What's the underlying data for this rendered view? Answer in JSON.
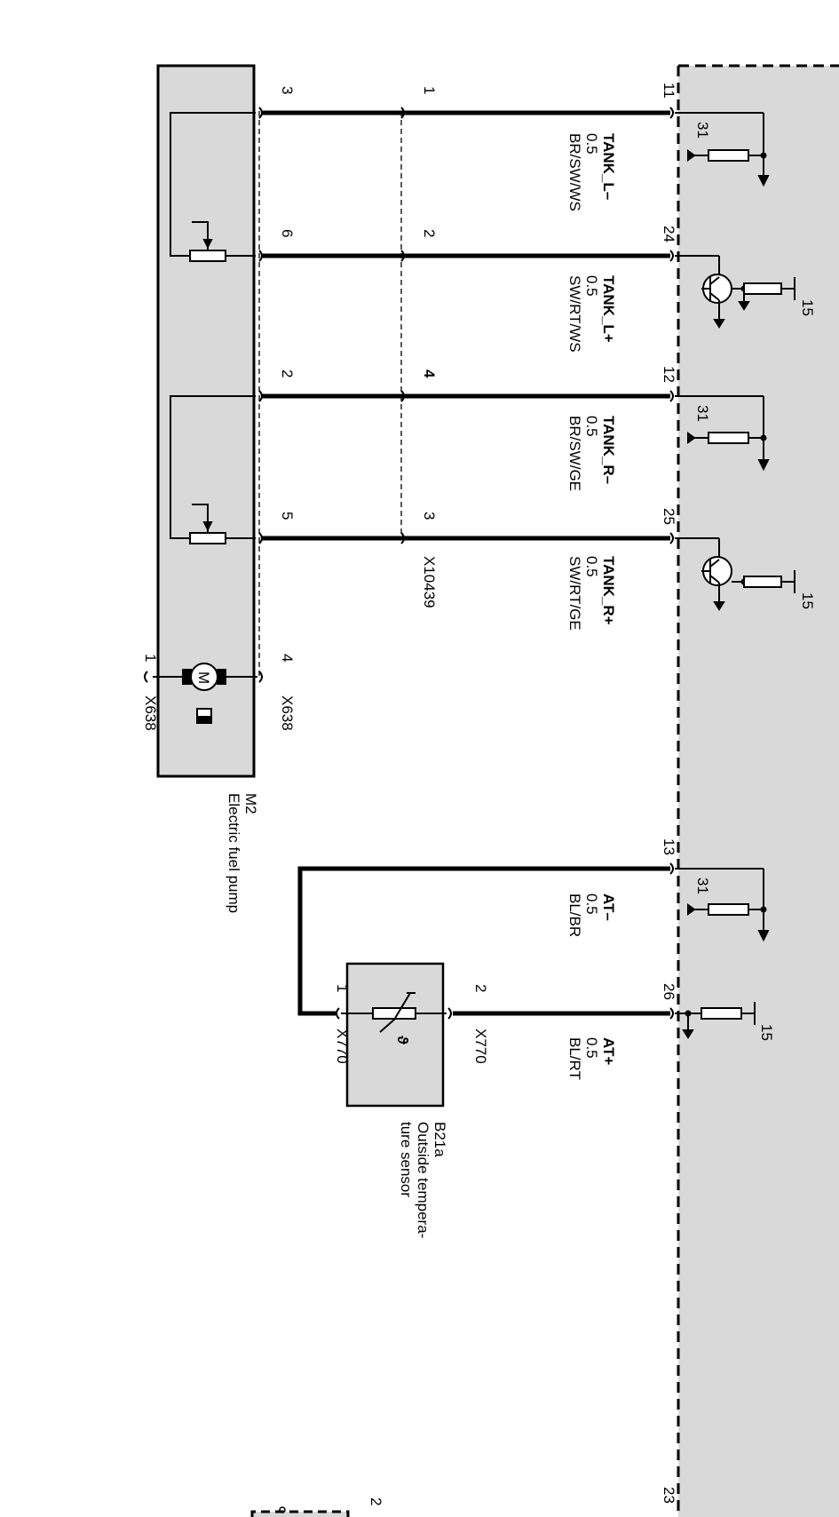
{
  "control_unit": {
    "pins": [
      "11",
      "24",
      "12",
      "25",
      "13",
      "26",
      "23"
    ],
    "ref_31": "31",
    "ref_15": "15"
  },
  "wires": [
    {
      "signal": "TANK_L–",
      "gauge": "0.5",
      "color": "BR/SW/WS"
    },
    {
      "signal": "TANK_L+",
      "gauge": "0.5",
      "color": "SW/RT/WS"
    },
    {
      "signal": "TANK_R–",
      "gauge": "0.5",
      "color": "BR/SW/GE"
    },
    {
      "signal": "TANK_R+",
      "gauge": "0.5",
      "color": "SW/RT/GE"
    },
    {
      "signal": "AT–",
      "gauge": "0.5",
      "color": "BL/BR"
    },
    {
      "signal": "AT+",
      "gauge": "0.5",
      "color": "BL/RT"
    }
  ],
  "connector_x10439": {
    "name": "X10439",
    "pins": [
      "1",
      "2",
      "4",
      "3"
    ]
  },
  "fuel_pump": {
    "ref": "M2",
    "name": "Electric fuel pump",
    "connector": "X638",
    "sender_pins": [
      "3",
      "6",
      "2",
      "5"
    ],
    "motor_pin_top": "4",
    "motor_pin_bottom": "1",
    "motor_symbol": "M"
  },
  "temp_sensor": {
    "ref": "B21a",
    "name_line1": "Outside tempera-",
    "name_line2": "ture sensor",
    "connector": "X770",
    "pin_top": "2",
    "pin_bottom": "1",
    "symbol": "ϑ"
  },
  "misc": {
    "bottom_box_label": "2"
  }
}
